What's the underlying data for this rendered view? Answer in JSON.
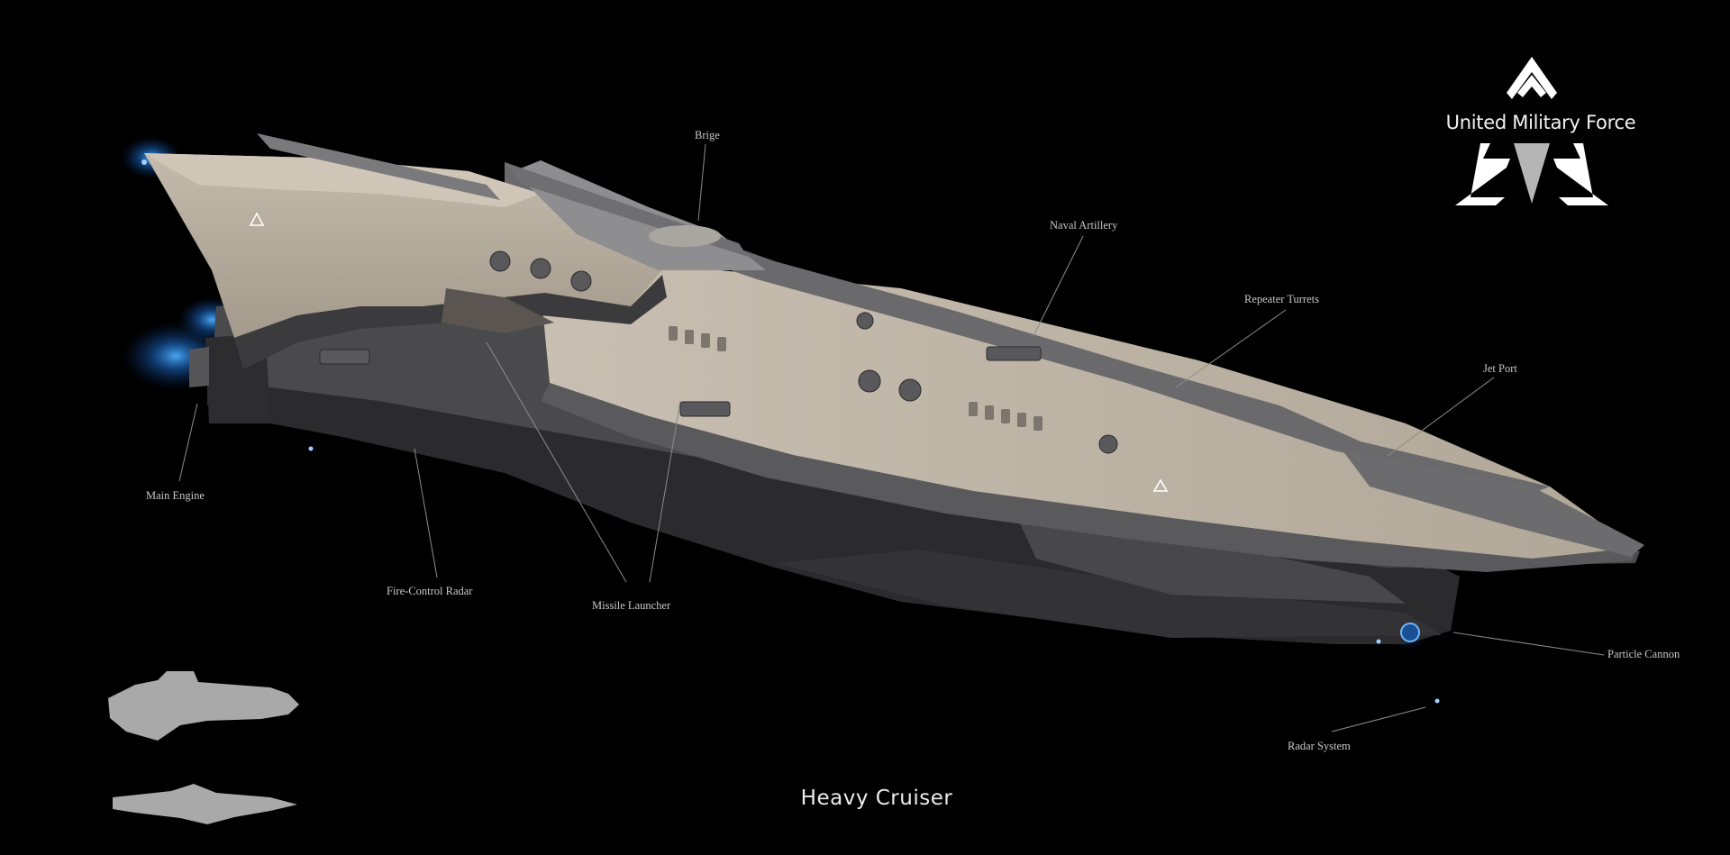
{
  "emblem": {
    "org_name": "United Military Force",
    "accent_color": "#ffffff",
    "triangle_color": "#b5b5b5"
  },
  "ship": {
    "class_name": "Heavy Cruiser",
    "hull_color": "#b3a999",
    "dark_color": "#3c3c3e",
    "glow_color": "#1e8bff"
  },
  "callouts": {
    "bridge": "Brige",
    "naval_artillery": "Naval Artillery",
    "repeater_turrets": "Repeater Turrets",
    "jet_port": "Jet Port",
    "main_engine": "Main Engine",
    "fire_control_radar": "Fire-Control Radar",
    "missile_launcher": "Missile Launcher",
    "particle_cannon": "Particle Cannon",
    "radar_system": "Radar System"
  }
}
